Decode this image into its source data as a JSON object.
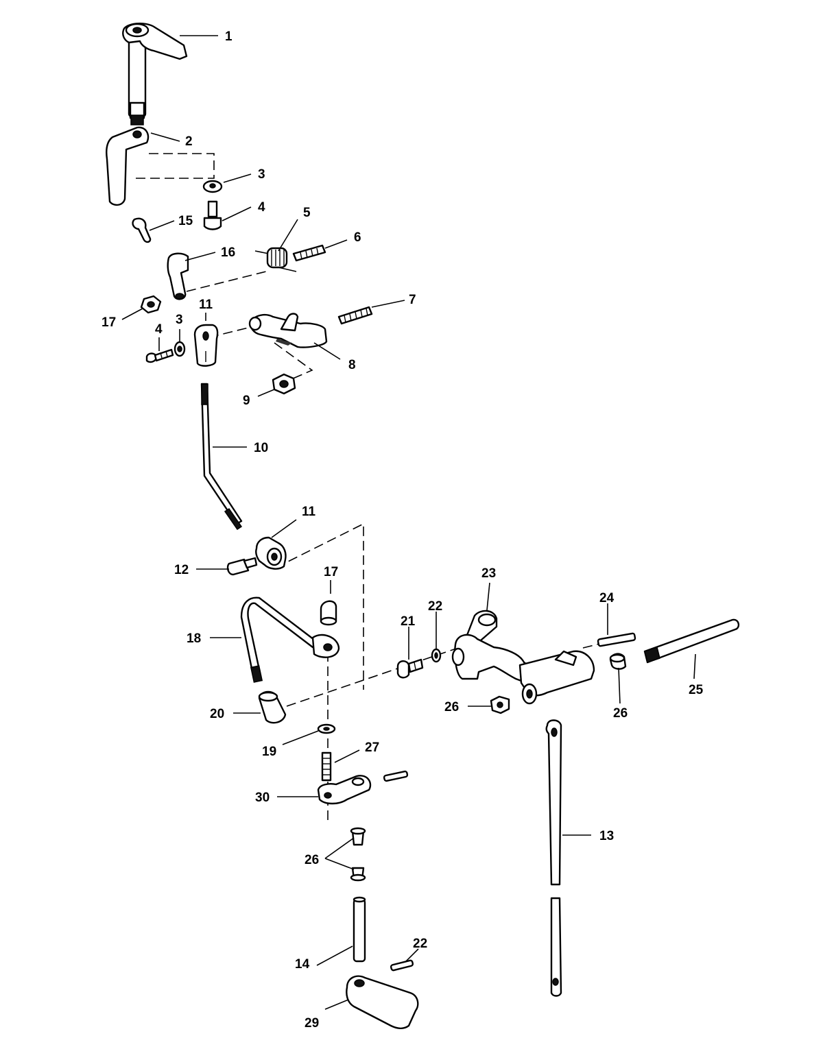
{
  "callouts": [
    {
      "id": "c1",
      "text": "1"
    },
    {
      "id": "c2",
      "text": "2"
    },
    {
      "id": "c3a",
      "text": "3"
    },
    {
      "id": "c4a",
      "text": "4"
    },
    {
      "id": "c15",
      "text": "15"
    },
    {
      "id": "c5",
      "text": "5"
    },
    {
      "id": "c6",
      "text": "6"
    },
    {
      "id": "c16",
      "text": "16"
    },
    {
      "id": "c17a",
      "text": "17"
    },
    {
      "id": "c11a",
      "text": "11"
    },
    {
      "id": "c4b",
      "text": "4"
    },
    {
      "id": "c3b",
      "text": "3"
    },
    {
      "id": "c7",
      "text": "7"
    },
    {
      "id": "c8",
      "text": "8"
    },
    {
      "id": "c9",
      "text": "9"
    },
    {
      "id": "c10",
      "text": "10"
    },
    {
      "id": "c11b",
      "text": "11"
    },
    {
      "id": "c12",
      "text": "12"
    },
    {
      "id": "c17b",
      "text": "17"
    },
    {
      "id": "c23",
      "text": "23"
    },
    {
      "id": "c22a",
      "text": "22"
    },
    {
      "id": "c21",
      "text": "21"
    },
    {
      "id": "c24",
      "text": "24"
    },
    {
      "id": "c18",
      "text": "18"
    },
    {
      "id": "c25",
      "text": "25"
    },
    {
      "id": "c20",
      "text": "20"
    },
    {
      "id": "c26a",
      "text": "26"
    },
    {
      "id": "c26b",
      "text": "26"
    },
    {
      "id": "c19",
      "text": "19"
    },
    {
      "id": "c27",
      "text": "27"
    },
    {
      "id": "c30",
      "text": "30"
    },
    {
      "id": "c13",
      "text": "13"
    },
    {
      "id": "c26c",
      "text": "26"
    },
    {
      "id": "c22b",
      "text": "22"
    },
    {
      "id": "c14",
      "text": "14"
    },
    {
      "id": "c29",
      "text": "29"
    }
  ]
}
